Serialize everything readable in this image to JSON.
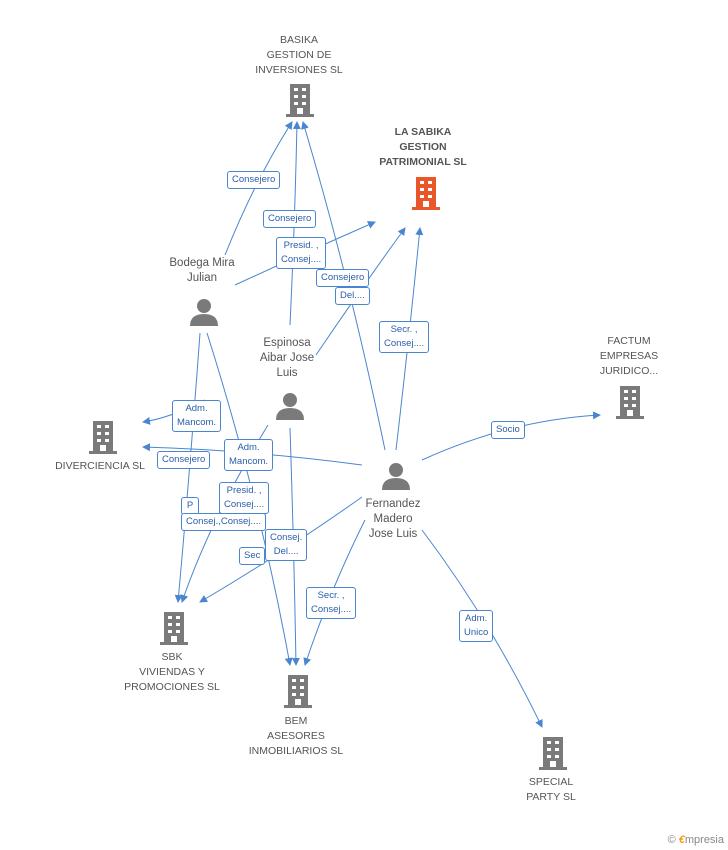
{
  "companies": {
    "basika": {
      "label": "BASIKA\nGESTION DE\nINVERSIONES SL"
    },
    "lasabika": {
      "label": "LA SABIKA\nGESTION\nPATRIMONIAL SL"
    },
    "factum": {
      "label": "FACTUM\nEMPRESAS\nJURIDICO..."
    },
    "diverciencia": {
      "label": "DIVERCIENCIA SL"
    },
    "sbk": {
      "label": "SBK\nVIVIENDAS Y\nPROMOCIONES SL"
    },
    "bem": {
      "label": "BEM\nASESORES\nINMOBILIARIOS SL"
    },
    "special": {
      "label": "SPECIAL\nPARTY SL"
    }
  },
  "people": {
    "bodega": {
      "label": "Bodega Mira\nJulian"
    },
    "espinosa": {
      "label": "Espinosa\nAibar Jose\nLuis"
    },
    "fernandez": {
      "label": "Fernandez\nMadero\nJose Luis"
    }
  },
  "edge_labels": {
    "consejero1": "Consejero",
    "consejero2": "Consejero",
    "presid1": "Presid. ,\nConsej....",
    "consejero3": "Consejero",
    "del1": "Del....",
    "secr1": "Secr. ,\nConsej....",
    "socio": "Socio",
    "adm1": "Adm.\nMancom.",
    "consejero4": "Consejero",
    "adm2": "Adm.\nMancom.",
    "presid2": "Presid. ,\nConsej....",
    "p1": "P",
    "consejs": "Consej.,Consej....",
    "consejdel": "Consej.\nDel....",
    "sec": "Sec",
    "secr2": "Secr. ,\nConsej....",
    "admunico": "Adm.\nUnico"
  },
  "colors": {
    "edge": "#4a86d0",
    "icon": "#7a7a7a",
    "highlight": "#e8562a"
  },
  "footer": {
    "copyright": "©",
    "brand_e": "€",
    "brand_rest": "mpresia"
  }
}
